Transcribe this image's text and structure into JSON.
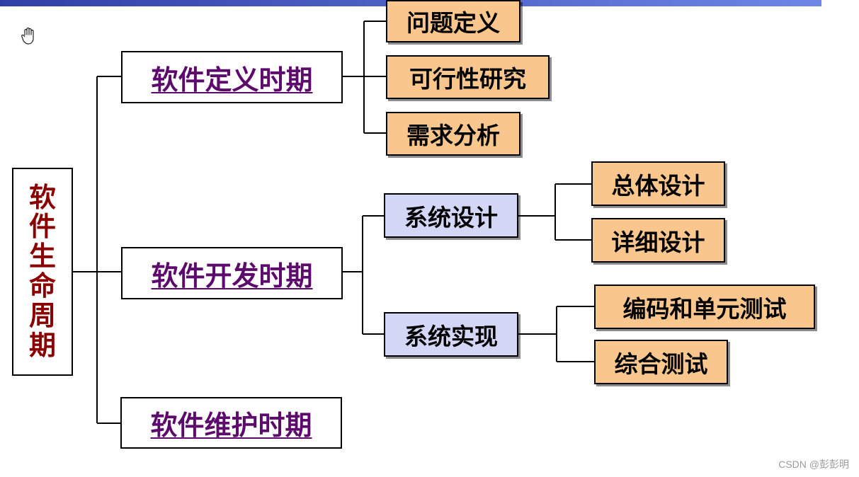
{
  "colors": {
    "top_bar": "#2f3fa6",
    "root_text": "#8b0000",
    "phase_text": "#5c0a6b",
    "leaf_fill": "#f9c78d",
    "mid_fill": "#d3d6f5",
    "line": "#000000"
  },
  "icons": {
    "pointer": "hand-pointer-icon"
  },
  "diagram": {
    "root": "软件生命周期",
    "phases": {
      "definition": {
        "label": "软件定义时期",
        "children": [
          "问题定义",
          "可行性研究",
          "需求分析"
        ]
      },
      "development": {
        "label": "软件开发时期",
        "system_design": {
          "label": "系统设计",
          "children": [
            "总体设计",
            "详细设计"
          ]
        },
        "system_impl": {
          "label": "系统实现",
          "children": [
            "编码和单元测试",
            "综合测试"
          ]
        }
      },
      "maintenance": {
        "label": "软件维护时期"
      }
    }
  },
  "watermark": "CSDN @彭彭明"
}
